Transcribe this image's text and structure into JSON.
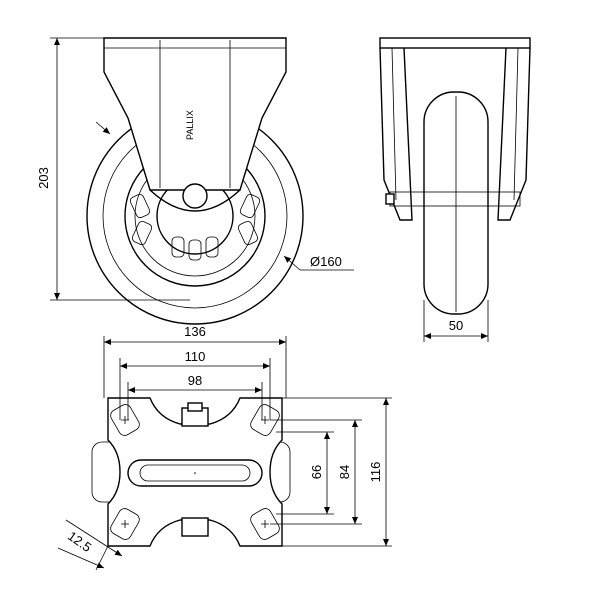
{
  "drawing": {
    "dimensions": {
      "height": "203",
      "wheel_diameter": "Ø160",
      "wheel_width": "50",
      "plate_length": "136",
      "bolt_spacing_outer": "110",
      "bolt_spacing_inner": "98",
      "plate_width": "116",
      "hole_spacing_outer": "84",
      "hole_spacing_inner": "66",
      "slot_width": "12.5"
    },
    "logo_text": "PALLIX"
  }
}
